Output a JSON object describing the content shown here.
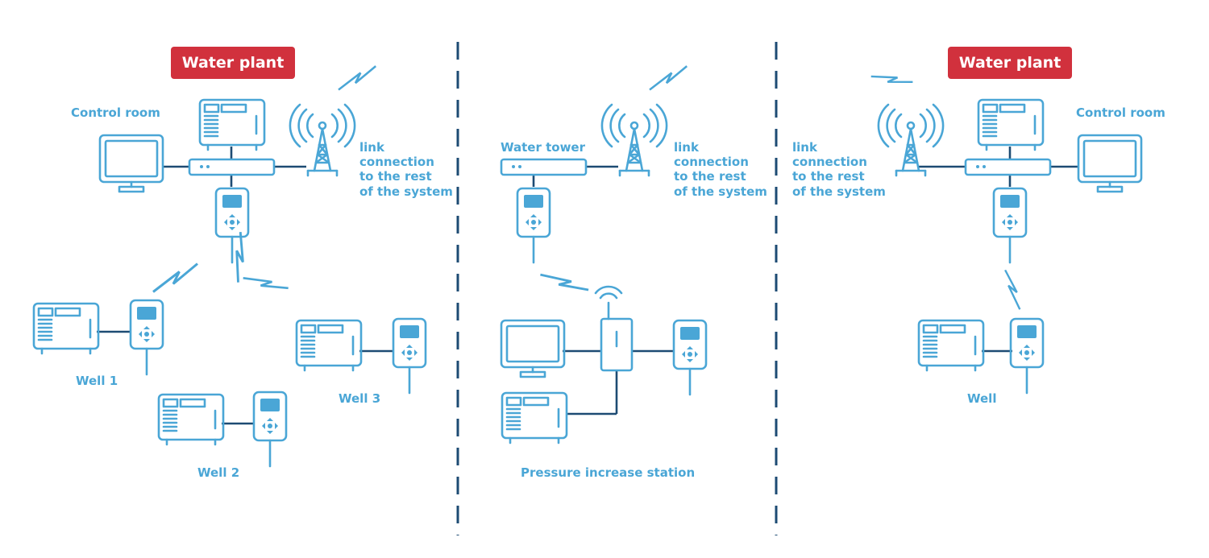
{
  "left_section": {
    "badge": "Water plant",
    "control_room": "Control room",
    "link_text": [
      "link",
      "connection",
      "to the rest",
      "of the system"
    ],
    "wells": [
      "Well 1",
      "Well 2",
      "Well 3"
    ]
  },
  "middle_section": {
    "water_tower": "Water tower",
    "link_text": [
      "link",
      "connection",
      "to the rest",
      "of the system"
    ],
    "station": "Pressure increase station"
  },
  "right_section": {
    "badge": "Water plant",
    "control_room": "Control room",
    "link_text": [
      "link",
      "connection",
      "to the rest",
      "of the system"
    ],
    "well": "Well"
  },
  "colors": {
    "badge": "#d1313d",
    "device": "#4aa6d6",
    "line": "#1d4b73"
  }
}
